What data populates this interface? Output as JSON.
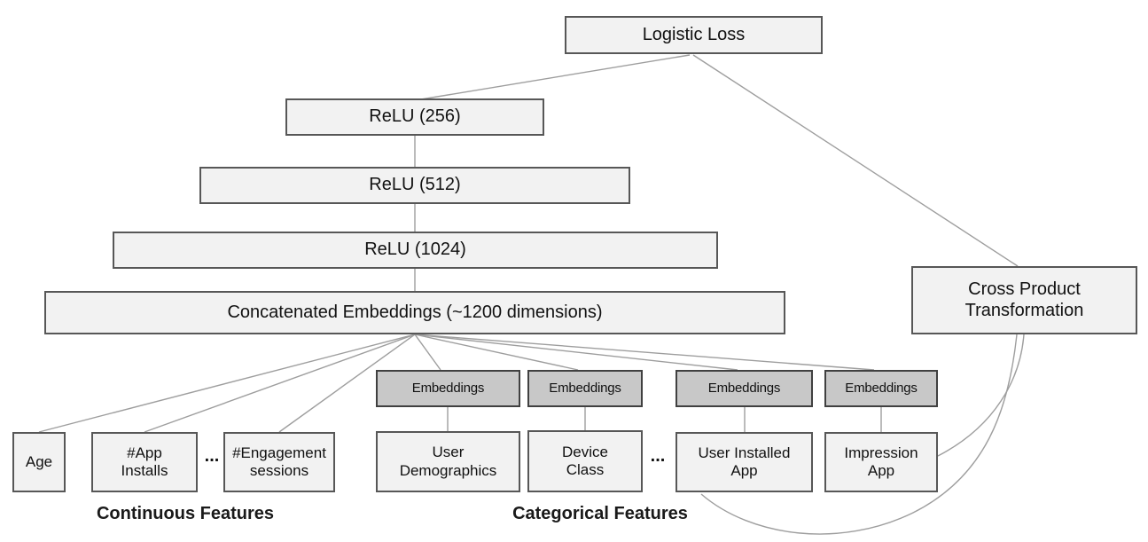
{
  "nodes": {
    "logistic_loss": "Logistic Loss",
    "relu_256": "ReLU (256)",
    "relu_512": "ReLU (512)",
    "relu_1024": "ReLU (1024)",
    "concatenated_embeddings": "Concatenated Embeddings (~1200 dimensions)",
    "cross_product_transformation": "Cross Product\nTransformation",
    "embeddings": "Embeddings",
    "age": "Age",
    "app_installs": "#App\nInstalls",
    "engagement_sessions": "#Engagement\nsessions",
    "user_demographics": "User\nDemographics",
    "device_class": "Device\nClass",
    "user_installed_app": "User Installed\nApp",
    "impression_app": "Impression\nApp"
  },
  "labels": {
    "continuous_features": "Continuous Features",
    "categorical_features": "Categorical Features",
    "ellipsis_continuous": "...",
    "ellipsis_categorical": "..."
  },
  "colors": {
    "light_box_fill": "#f2f2f2",
    "embedding_box_fill": "#c8c8c8",
    "box_border": "#575757",
    "connector_line": "#9e9e9e",
    "text": "#111111"
  },
  "connections": [
    {
      "from": "logistic_loss",
      "to": "relu_256"
    },
    {
      "from": "logistic_loss",
      "to": "cross_product_transformation"
    },
    {
      "from": "relu_256",
      "to": "relu_512"
    },
    {
      "from": "relu_512",
      "to": "relu_1024"
    },
    {
      "from": "relu_1024",
      "to": "concatenated_embeddings"
    },
    {
      "from": "concatenated_embeddings",
      "to": "age"
    },
    {
      "from": "concatenated_embeddings",
      "to": "app_installs"
    },
    {
      "from": "concatenated_embeddings",
      "to": "engagement_sessions"
    },
    {
      "from": "concatenated_embeddings",
      "to": "embeddings_user_demographics"
    },
    {
      "from": "concatenated_embeddings",
      "to": "embeddings_device_class"
    },
    {
      "from": "concatenated_embeddings",
      "to": "embeddings_user_installed_app"
    },
    {
      "from": "concatenated_embeddings",
      "to": "embeddings_impression_app"
    },
    {
      "from": "embeddings_user_demographics",
      "to": "user_demographics"
    },
    {
      "from": "embeddings_device_class",
      "to": "device_class"
    },
    {
      "from": "embeddings_user_installed_app",
      "to": "user_installed_app"
    },
    {
      "from": "embeddings_impression_app",
      "to": "impression_app"
    },
    {
      "from": "cross_product_transformation",
      "to": "user_installed_app"
    },
    {
      "from": "cross_product_transformation",
      "to": "impression_app"
    }
  ]
}
